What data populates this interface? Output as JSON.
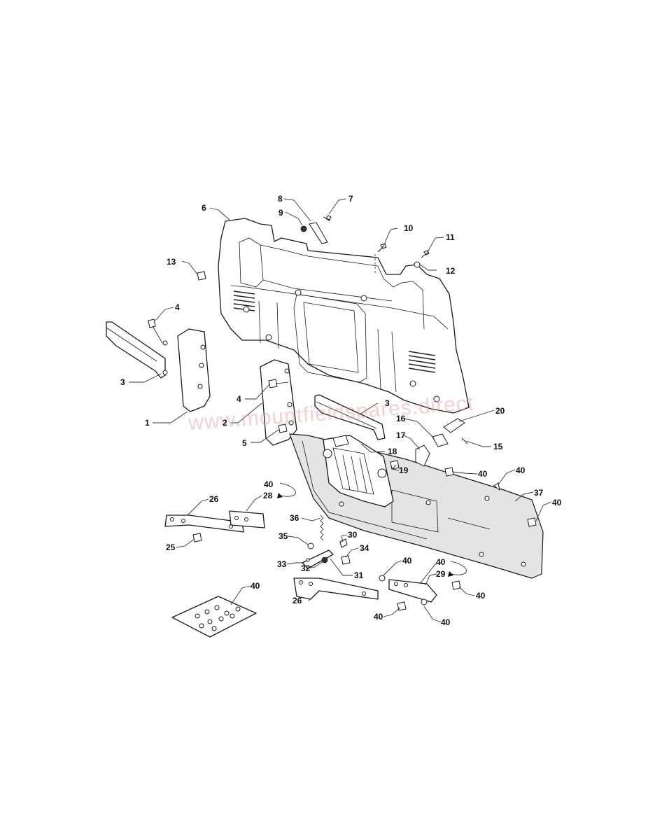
{
  "watermark": "www.mountfieldspares.direct",
  "colors": {
    "line": "#1a1a1a",
    "panel_fill": "#e4e4e4",
    "watermark": "#e79a9a",
    "background": "#ffffff"
  },
  "callouts": [
    "6",
    "8",
    "9",
    "7",
    "10",
    "11",
    "12",
    "13",
    "4",
    "3",
    "1",
    "4",
    "2",
    "5",
    "3",
    "16",
    "20",
    "15",
    "17",
    "18",
    "19",
    "40",
    "40",
    "37",
    "40",
    "40",
    "28",
    "26",
    "25",
    "36",
    "35",
    "30",
    "34",
    "33",
    "32",
    "31",
    "40",
    "40",
    "29",
    "40",
    "26",
    "40",
    "40",
    "40"
  ]
}
